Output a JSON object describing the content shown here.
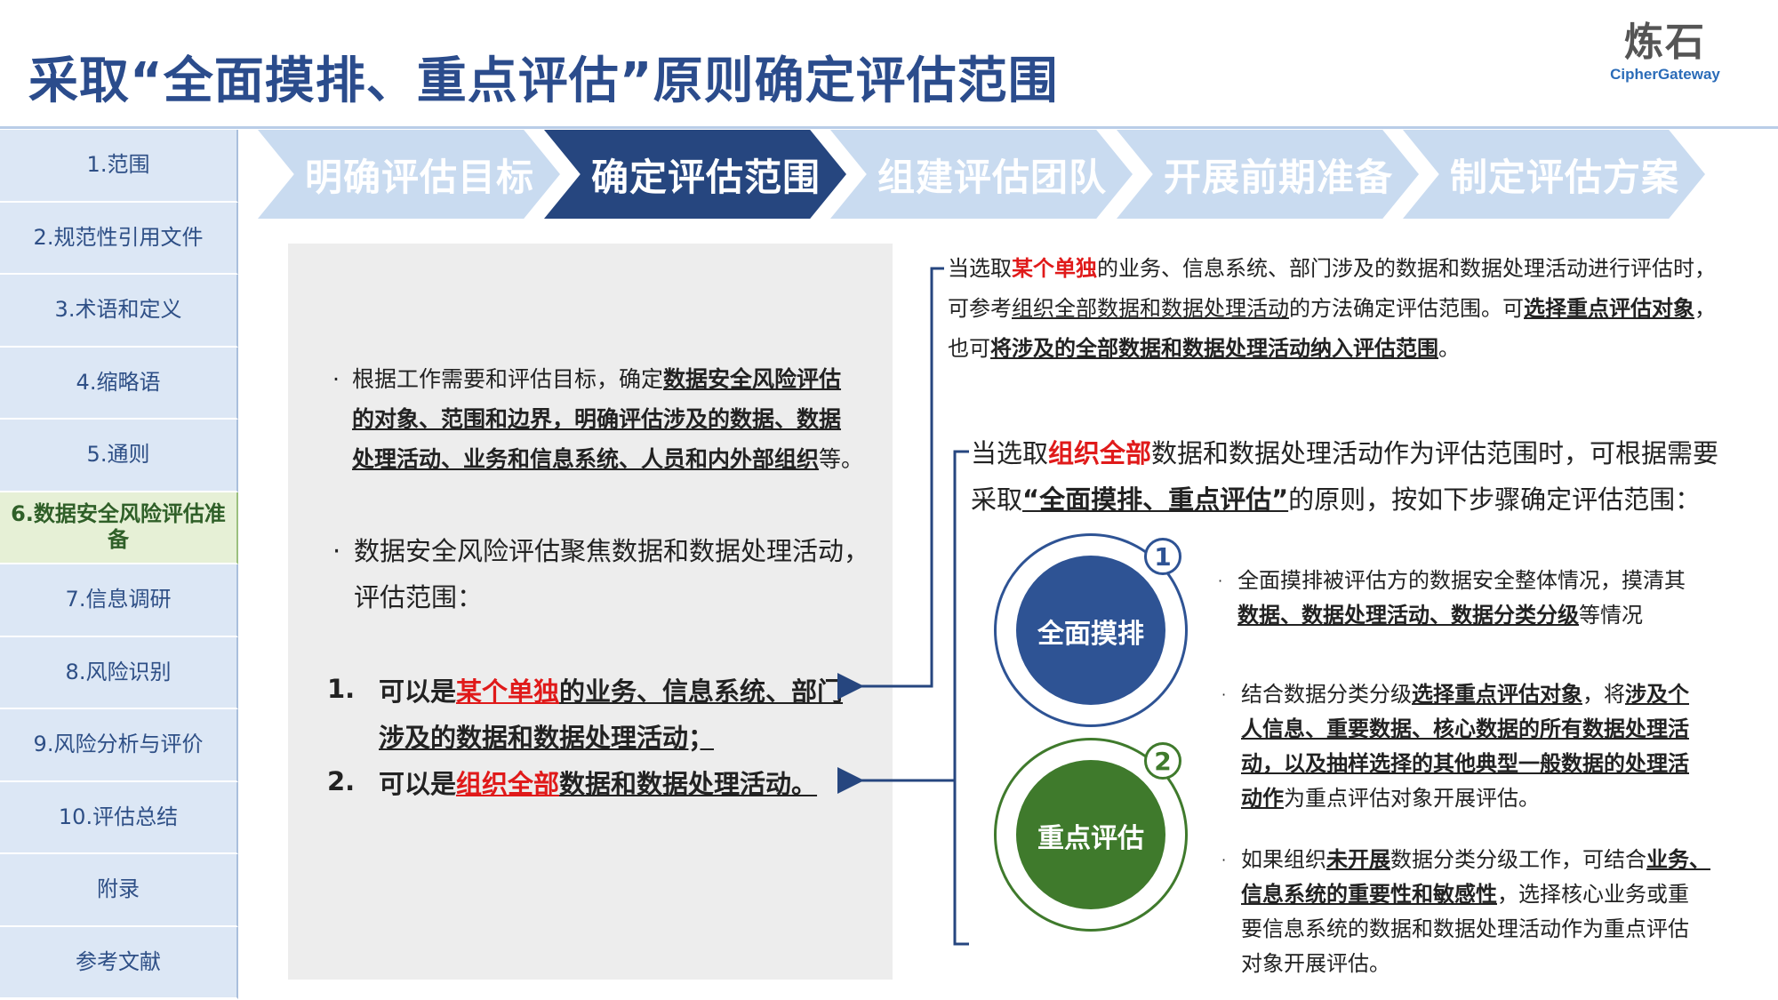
{
  "header": {
    "title": "采取“全面摸排、重点评估”原则确定评估范围",
    "logo_mark": "炼石",
    "logo_sub": "CipherGateway"
  },
  "sidebar": {
    "items": [
      {
        "label": "1.范围"
      },
      {
        "label": "2.规范性引用文件"
      },
      {
        "label": "3.术语和定义"
      },
      {
        "label": "4.缩略语"
      },
      {
        "label": "5.通则"
      },
      {
        "label": "6.数据安全风险评估准备",
        "active": true
      },
      {
        "label": "7.信息调研"
      },
      {
        "label": "8.风险识别"
      },
      {
        "label": "9.风险分析与评价"
      },
      {
        "label": "10.评估总结"
      },
      {
        "label": "附录"
      },
      {
        "label": "参考文献"
      }
    ]
  },
  "steps": [
    {
      "label": "明确评估目标"
    },
    {
      "label": "确定评估范围",
      "active": true
    },
    {
      "label": "组建评估团队"
    },
    {
      "label": "开展前期准备"
    },
    {
      "label": "制定评估方案"
    }
  ],
  "left_panel": {
    "p1_a": "根据工作需要和评估目标，确定",
    "p1_b": "数据安全风险评估",
    "p1_c": "的对象、范围和边界，明确评估涉及的数据、数据",
    "p1_d": "处理活动、业务和信息系统、人员和内外部组织",
    "p1_e": "等。",
    "p2_a": "数据安全风险评估聚焦数据和数据处理活动，",
    "p2_b": "评估范围：",
    "item1_num": "1.",
    "item1_a": "可以是",
    "item1_red": "某个单独",
    "item1_b": "的业务、信息系统、部门",
    "item1_c": "涉及的数据和数据处理活动；",
    "item2_num": "2.",
    "item2_a": "可以是",
    "item2_red": "组织全部",
    "item2_b": "数据和数据处理活动。"
  },
  "right_top": {
    "l1_a": "当选取",
    "l1_red": "某个单独",
    "l1_b": "的业务、信息系统、部门涉及的数据和数据处理活动进行评估时，",
    "l2_a": "可参考",
    "l2_u": "组织全部数据和数据处理活动",
    "l2_b": "的方法确定评估范围。可",
    "l2_c": "选择重点评估对象",
    "l2_d": "，",
    "l3_a": "也可",
    "l3_u": "将涉及的全部数据和数据处理活动纳入评估范围",
    "l3_b": "。"
  },
  "right_mid": {
    "l1_a": "当选取",
    "l1_red": "组织全部",
    "l1_b": "数据和数据处理活动作为评估范围时，可根据需要",
    "l2_a": "采取",
    "l2_u": "“全面摸排、重点评估”",
    "l2_b": "的原则，按如下步骤确定评估范围："
  },
  "circles": [
    {
      "label": "全面摸排",
      "badge": "1"
    },
    {
      "label": "重点评估",
      "badge": "2"
    }
  ],
  "bullets": {
    "b1_a": "全面摸排被评估方的数据安全整体情况，摸清其",
    "b1_u": "数据、数据处理活动、数据分类分级",
    "b1_b": "等情况",
    "b2_a": "结合数据分类分级",
    "b2_u1": "选择重点评估对象",
    "b2_b": "，将",
    "b2_u2": "涉及个",
    "b2_u3": "人信息、重要数据、核心数据的所有数据处理活",
    "b2_u4": "动，以及抽样选择的其他典型一般数据的处理活",
    "b2_u5": "动作",
    "b2_c": "为重点评估对象开展评估。",
    "b3_a": "如果组织",
    "b3_u1": "未开展",
    "b3_b": "数据分类分级工作，可结合",
    "b3_u2": "业务、",
    "b3_u3": "信息系统的重要性和敏感性",
    "b3_c": "，选择核心业务或重",
    "b3_d": "要信息系统的数据和数据处理活动作为重点评估",
    "b3_e": "对象开展评估。"
  },
  "colors": {
    "title": "#2b4c8c",
    "step_active": "#26467f",
    "step_inactive": "#c9dbf0",
    "circle1": "#2e5394",
    "circle2": "#3f7a2c",
    "highlight_red": "#e01a1a"
  }
}
